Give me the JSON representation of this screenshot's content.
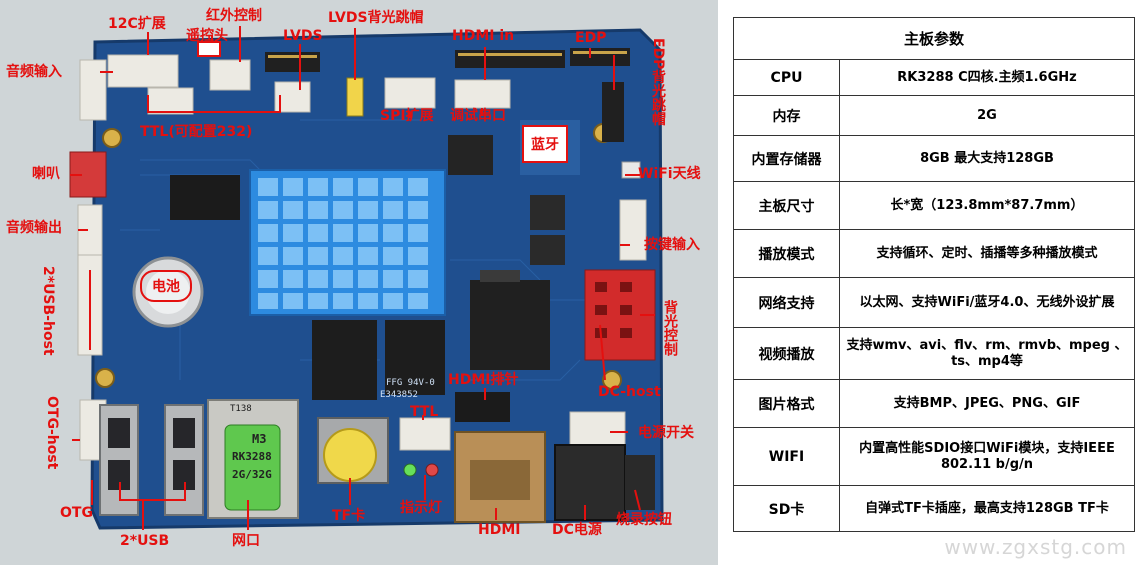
{
  "labels": {
    "i2c": "12C扩展",
    "ir": "红外控制",
    "remote": "遥控头",
    "lvds_backlight": "LVDS背光跳帽",
    "lvds": "LVDS",
    "hdmi_in": "HDMI in",
    "edp": "EDP",
    "edp_backlight": "EDP背光跳帽",
    "audio_in": "音频输入",
    "ttl": "TTL(可配置232)",
    "spi": "SPI扩展",
    "debug": "调试串口",
    "bluetooth": "蓝牙",
    "speaker": "喇叭",
    "wifi_antenna": "WiFi天线",
    "audio_out": "音频输出",
    "key_input": "按键输入",
    "usb_host_2": "2*USB-host",
    "battery": "电池",
    "backlight_ctrl": "背光控制",
    "hdmi_header": "HDMI排针",
    "dc_host": "DC-host",
    "otg_host": "OTG-host",
    "ttl2": "TTL",
    "power_switch": "电源开关",
    "otg": "OTG",
    "usb2": "2*USB",
    "ethernet": "网口",
    "tf": "TF卡",
    "indicator": "指示灯",
    "hdmi": "HDMI",
    "dc_power": "DC电源",
    "burn_button": "烧录按钮"
  },
  "chip_text": {
    "module_line1": "M3",
    "module_line2": "RK3288",
    "module_line3": "2G/32G",
    "rj45_label": "T138",
    "mem_label": "FFG 94V-0",
    "board_code": "E343852"
  },
  "spec": {
    "title": "主板参数",
    "rows": [
      {
        "key": "CPU",
        "value": "RK3288 C四核.主频1.6GHz"
      },
      {
        "key": "内存",
        "value": "2G"
      },
      {
        "key": "内置存储器",
        "value": "8GB 最大支持128GB"
      },
      {
        "key": "主板尺寸",
        "value": "长*宽（123.8mm*87.7mm）"
      },
      {
        "key": "播放模式",
        "value": "支持循环、定时、插播等多种播放模式"
      },
      {
        "key": "网络支持",
        "value": "以太网、支持WiFi/蓝牙4.0、无线外设扩展"
      },
      {
        "key": "视频播放",
        "value": "支持wmv、avi、flv、rm、rmvb、mpeg 、ts、mp4等"
      },
      {
        "key": "图片格式",
        "value": "支持BMP、JPEG、PNG、GIF"
      },
      {
        "key": "WIFI",
        "value": "内置高性能SDIO接口WiFi模块，支持IEEE 802.11 b/g/n"
      },
      {
        "key": "SD卡",
        "value": "自弹式TF卡插座，最高支持128GB TF卡"
      }
    ]
  },
  "watermark": "www.zgxstg.com",
  "colors": {
    "label": "#e4100f",
    "pcb": "#1f4f8f",
    "heatsink": "#2d8be0"
  }
}
